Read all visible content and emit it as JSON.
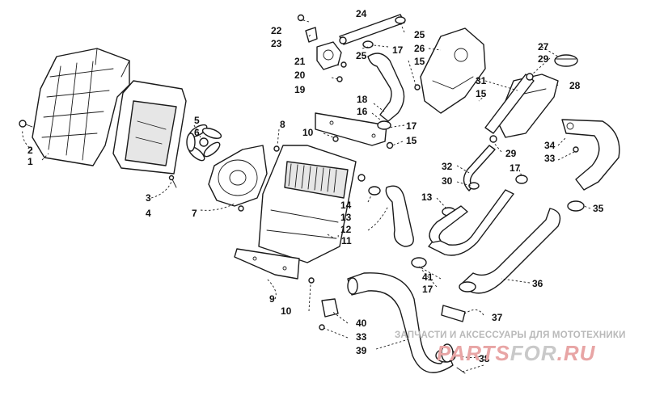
{
  "diagram": {
    "callouts": {
      "c1": "1",
      "c2": "2",
      "c3": "3",
      "c4": "4",
      "c5": "5",
      "c6": "6",
      "c7": "7",
      "c8": "8",
      "c9": "9",
      "c10a": "10",
      "c10b": "10",
      "c11": "11",
      "c12": "12",
      "c13a": "13",
      "c13b": "13",
      "c14": "14",
      "c15a": "15",
      "c15b": "15",
      "c15c": "15",
      "c16": "16",
      "c17a": "17",
      "c17b": "17",
      "c17c": "17",
      "c17d": "17",
      "c18": "18",
      "c19": "19",
      "c20": "20",
      "c21": "21",
      "c22": "22",
      "c23": "23",
      "c24": "24",
      "c25a": "25",
      "c25b": "25",
      "c26": "26",
      "c27": "27",
      "c28": "28",
      "c29a": "29",
      "c29b": "29",
      "c30": "30",
      "c31": "31",
      "c32": "32",
      "c33a": "33",
      "c33b": "33",
      "c34": "34",
      "c35": "35",
      "c36": "36",
      "c37": "37",
      "c38": "38",
      "c39": "39",
      "c40": "40",
      "c41": "41"
    }
  },
  "watermark": {
    "caption": "ЗАПЧАСТИ И АКСЕССУАРЫ ДЛЯ МОТОТЕХНИКИ",
    "logo_part1": "PARTS",
    "logo_part2": "FOR",
    "logo_part3": ".RU"
  },
  "colors": {
    "line": "#1a1a1a",
    "watermark_text": "#b9b9b9",
    "logo_accent": "#e8a5a5"
  }
}
